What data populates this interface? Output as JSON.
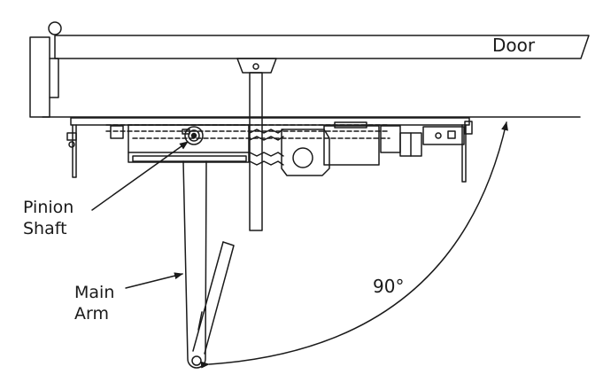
{
  "labels": {
    "door": "Door",
    "pinion_shaft": [
      "Pinion",
      "Shaft"
    ],
    "main_arm": [
      "Main",
      "Arm"
    ],
    "angle": "90°"
  },
  "colors": {
    "ink": "#1a1a1a",
    "background": "#ffffff"
  }
}
